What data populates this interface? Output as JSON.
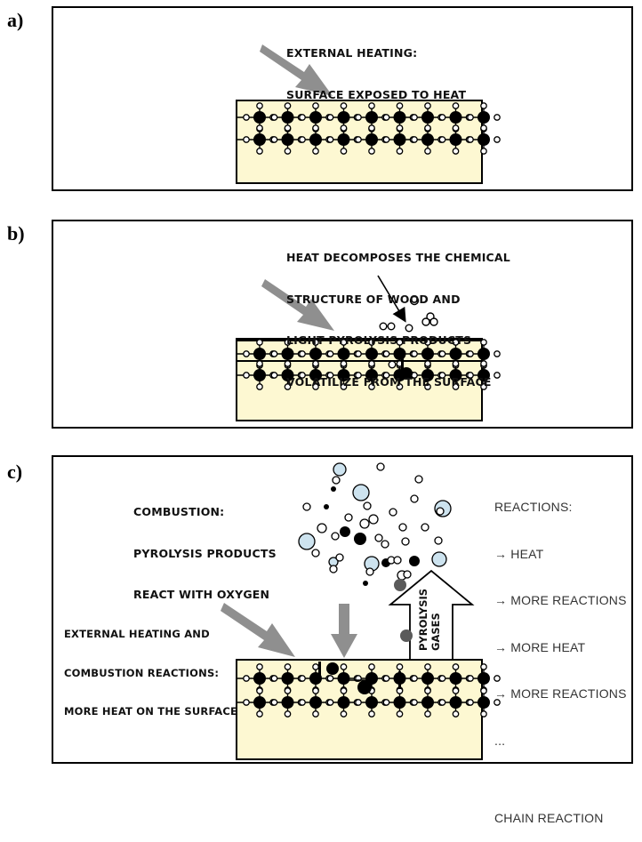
{
  "panels": [
    {
      "id": "a",
      "label": "a)",
      "text_lines": [
        "EXTERNAL HEATING:",
        "SURFACE EXPOSED TO HEAT"
      ]
    },
    {
      "id": "b",
      "label": "b)",
      "text_lines": [
        "HEAT DECOMPOSES THE CHEMICAL",
        "STRUCTURE OF WOOD AND",
        "LIGHT PYROLYSIS PRODUCTS",
        "VOLATILIZE FROM THE SURFACE"
      ]
    },
    {
      "id": "c",
      "label": "c)",
      "combustion_lines": [
        "COMBUSTION:",
        "PYROLYSIS PRODUCTS",
        "REACT WITH OXYGEN"
      ],
      "heating_lines": [
        "EXTERNAL HEATING AND",
        "COMBUSTION REACTIONS:",
        "MORE HEAT ON THE SURFACE"
      ],
      "reactions_lines": [
        "REACTIONS:",
        "→ HEAT",
        "→ MORE REACTIONS",
        "→ MORE HEAT",
        "→ MORE REACTIONS",
        "...",
        "",
        "CHAIN REACTION"
      ],
      "arrow_label_lines": [
        "PYROLYSIS",
        "GASES"
      ]
    }
  ],
  "colors": {
    "wood": "#fdf8d2",
    "heat_arrow": "#8f8f8f",
    "oxygen_bubble": "#cde3ef",
    "outline": "#000000"
  }
}
